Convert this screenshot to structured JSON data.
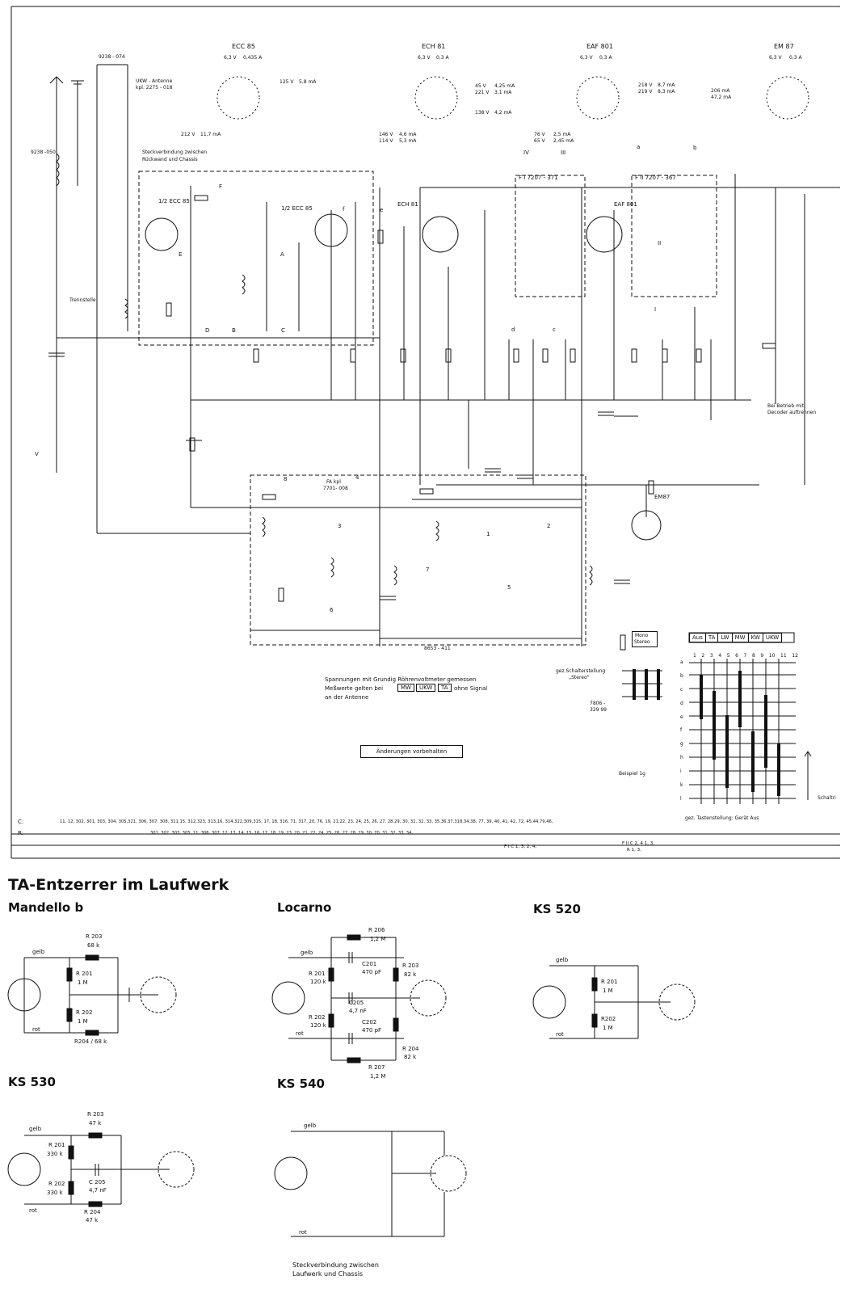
{
  "tubes": [
    {
      "name": "ECC 85",
      "heater": "6,3 V",
      "current": "0,435 A",
      "v1": "125 V",
      "i1": "5,8 mA",
      "v2": "212 V",
      "i2": "11,7 mA"
    },
    {
      "name": "ECH 81",
      "heater": "6,3 V",
      "current": "0,3 A",
      "v1": "45 V",
      "i1": "4,25 mA",
      "v2": "221 V",
      "i2": "3,1 mA",
      "v3": "138 V",
      "i3": "4,2 mA",
      "v4": "146 V",
      "i4": "4,6 mA",
      "v5": "114 V",
      "i5": "5,3 mA"
    },
    {
      "name": "EAF 801",
      "heater": "6,3 V",
      "current": "0,3 A",
      "v1": "218 V",
      "i1": "8,7 mA",
      "v2": "219 V",
      "i2": "8,3 mA",
      "v3": "76 V",
      "i3": "2,5 mA",
      "v4": "65 V",
      "i4": "2,45 mA"
    },
    {
      "name": "EM 87",
      "heater": "6,3 V",
      "current": "0,3 A",
      "v1": "206 mA",
      "v2": "47,2 mA"
    }
  ],
  "labels": {
    "ukw_antenne": "UKW - Antenne",
    "ukw_kpl": "kpl. 2275 - 018",
    "part_9238": "9238 - 074",
    "part_9238b": "9238 -050",
    "steck1": "Steckverbindung  zwischen",
    "steck2": "Rückwand  und  Chassis",
    "trennstelle": "Trennstelle",
    "half_ecc85_a": "1/2 ECC 85",
    "half_ecc85_b": "1/2 ECC 85",
    "ech81": "ECH 81",
    "eaf801": "EAF 801",
    "em87": "EM87",
    "fi": "F I   7207 - 371",
    "fii": "F II  7207 - 367",
    "fa": "FA  kpl",
    "fa_no": "7701- 008",
    "part_8653": "8653 - 411",
    "decoder1": "Bei Betrieb mit",
    "decoder2": "Decoder auftrennen",
    "mono": "Mono",
    "stereo": "Stereo",
    "schalt1": "gez.Schalterstellung",
    "schalt2": "„Stereo\"",
    "schalt_no1": "7806 -",
    "schalt_no2": "329 99",
    "beispiel": "Beispiel 1g",
    "tasten": "gez. Tastenstellung:  Gerät  Aus",
    "schaltr": "Schaltri",
    "span1": "Spannungen  mit  Grundig  Röhrenvoltmeter  gemessen",
    "span2": "Meßwerte  gelten  bei",
    "span_mw": "MW",
    "span_ukw": "UKW",
    "span_ta": "TA",
    "span3": "ohne  Signal",
    "span4": "an  der  Antenne",
    "aenderungen": "Änderungen  vorbehalten",
    "row_c": "C:",
    "row_r": "R:",
    "c_list": "11,  12,          302,        301,   303,  304,  305,321,  306,  307,  308,     311,15,   312,323,  313,16,  314,322,309,315,  17, 18, 316, 71,  317,  20,  76,  19,   21,22,    23,   24,  25, 26,  27,  28,29,  30,  31,       32,  33,  35,36,37,318,34,38,  77, 39,         40,       41,   42,   72,  45,44,79,46,",
    "r_list": "301,      302,       303,                  305,          11,                   306,   307,   12,  13,      14,  15,  16,  17,  18,                 19,       23,      20,       21,        22,     24,  25,  26,  27,   28,  29,  30,      70,  31,  32,  33,  34,",
    "fi_ref": "F I  C 1, 3,          2, 4,",
    "fii_ref": "F II  C 2,  4           1,  3,",
    "fii_ref_r": "R           1,  3,"
  },
  "switch_cols": [
    "Aus",
    "TA",
    "LW",
    "MW",
    "KW",
    "UKW"
  ],
  "switch_nums": [
    "1",
    "2",
    "3",
    "4",
    "5",
    "6",
    "7",
    "8",
    "9",
    "10",
    "11",
    "12"
  ],
  "switch_rows": [
    "a",
    "b",
    "c",
    "d",
    "e",
    "f",
    "g",
    "h",
    "i",
    "k",
    "l"
  ],
  "circle_marks": [
    "F",
    "E",
    "A",
    "D",
    "B",
    "C",
    "f",
    "e",
    "V",
    "IV",
    "III",
    "II",
    "I",
    "a",
    "b",
    "c",
    "d",
    "1",
    "2",
    "3",
    "4",
    "5",
    "6",
    "7",
    "8"
  ],
  "section": {
    "title": "TA-Entzerrer im Laufwerk",
    "mandello": {
      "title": "Mandello b",
      "gelb": "gelb",
      "rot": "rot",
      "r203": "R 203",
      "r203v": "68 k",
      "r201": "R 201",
      "r201v": "1 M",
      "r202": "R 202",
      "r202v": "1 M",
      "r204": "R204 / 68 k"
    },
    "locarno": {
      "title": "Locarno",
      "gelb": "gelb",
      "rot": "rot",
      "r206": "R 206",
      "r206v": "1,2 M",
      "r201": "R 201",
      "r201v": "120 k",
      "r202": "R 202",
      "r202v": "120 k",
      "c201": "C201",
      "c201v": "470 pF",
      "c205": "C205",
      "c205v": "4,7 nF",
      "c202": "C202",
      "c202v": "470 pF",
      "r203": "R 203",
      "r203v": "82 k",
      "r204": "R 204",
      "r204v": "82 k",
      "r207": "R 207",
      "r207v": "1,2 M"
    },
    "ks520": {
      "title": "KS 520",
      "gelb": "gelb",
      "rot": "rot",
      "r201": "R 201",
      "r201v": "1 M",
      "r202": "R202",
      "r202v": "1 M"
    },
    "ks530": {
      "title": "KS 530",
      "gelb": "gelb",
      "rot": "rot",
      "r203": "R 203",
      "r203v": "47 k",
      "r201": "R 201",
      "r201v": "330 k",
      "r202": "R 202",
      "r202v": "330 k",
      "c205": "C 205",
      "c205v": "4,7 nF",
      "r204": "R 204",
      "r204v": "47 k"
    },
    "ks540": {
      "title": "KS 540",
      "gelb": "gelb",
      "rot": "rot",
      "steck1": "Steckverbindung  zwischen",
      "steck2": "Laufwerk  und  Chassis"
    }
  }
}
